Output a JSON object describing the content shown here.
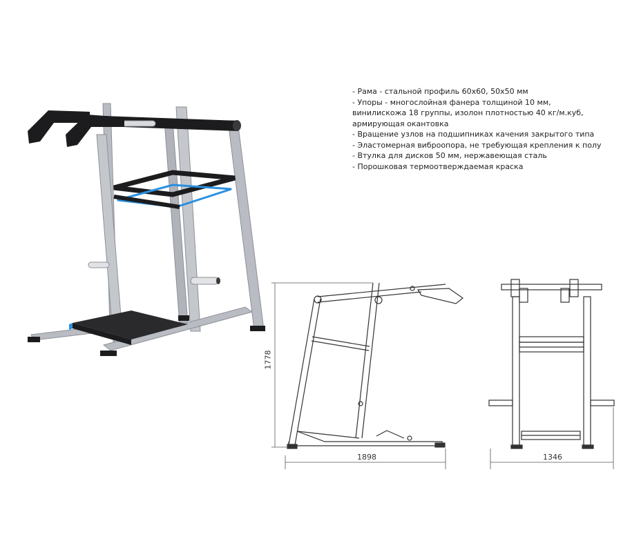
{
  "specs": [
    "- Рама - стальной профиль 60х60, 50х50 мм",
    "- Упоры - многослойная фанера толщиной 10 мм,",
    "винилискожа 18 группы, изолон плотностью 40 кг/м.куб,",
    "армирующая окантовка",
    "- Вращение узлов на подшипниках качения закрытого типа",
    "- Эластомерная виброопора, не требующая крепления к полу",
    "- Втулка для дисков 50 мм, нержавеющая сталь",
    "- Порошковая термоотверждаемая краска"
  ],
  "dimensions": {
    "height": "1778",
    "length": "1898",
    "width": "1346"
  },
  "colors": {
    "frame": "#b9bcc2",
    "frame_dark": "#8c9096",
    "pad": "#1c1c1e",
    "accent": "#2a8fe0",
    "line": "#333333"
  }
}
